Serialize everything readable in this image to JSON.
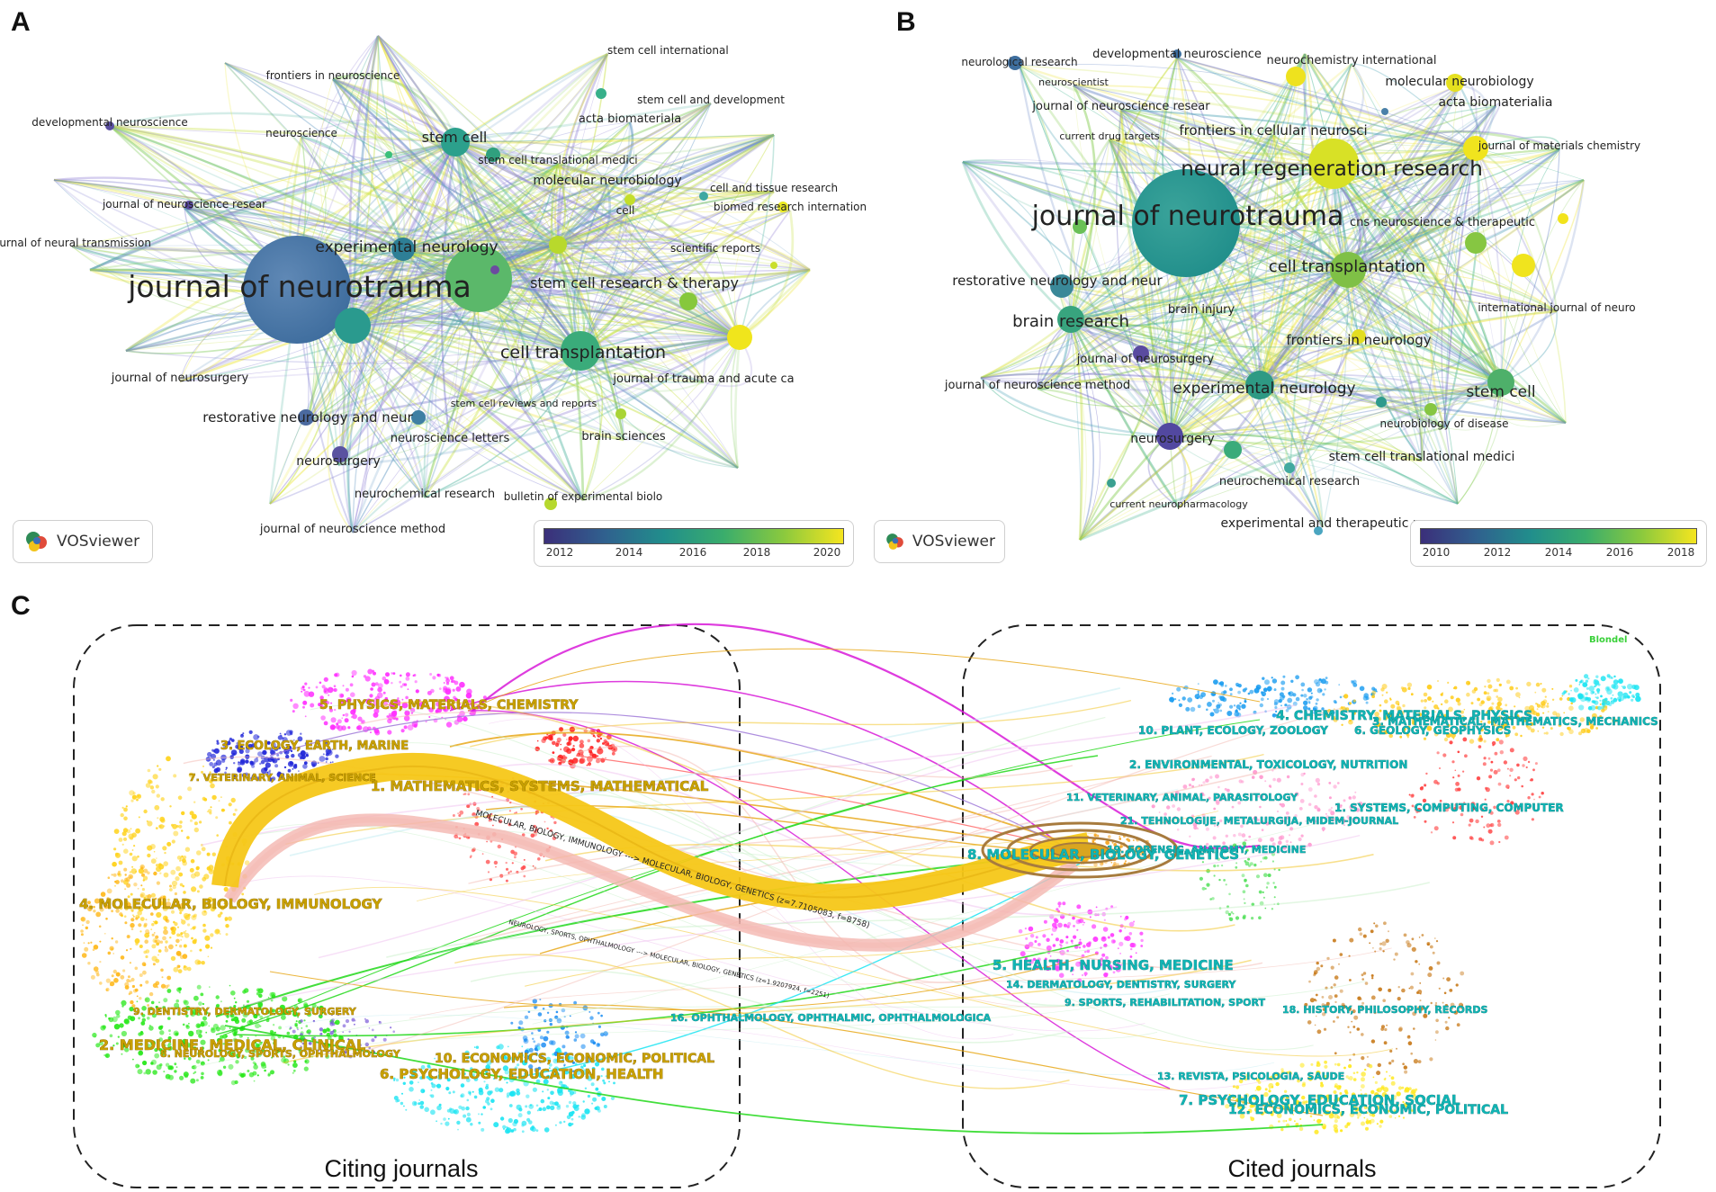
{
  "panels": {
    "a": {
      "letter": "A",
      "logo_text": "VOSviewer",
      "colorbar_ticks": [
        "2012",
        "2014",
        "2016",
        "2018",
        "2020"
      ],
      "labels": [
        "stem cell international",
        "frontiers in neuroscience",
        "stem cell and development",
        "acta biomateriala",
        "developmental neuroscience",
        "neuroscience",
        "stem cell",
        "stem cell translational medici",
        "molecular neurobiology",
        "cell and tissue research",
        "journal of neuroscience resear",
        "cell",
        "biomed research internation",
        "ournal of neural transmission",
        "experimental neurology",
        "scientific reports",
        "journal of neurotrauma",
        "stem cell research & therapy",
        "cell transplantation",
        "journal of neurosurgery",
        "journal of trauma and acute ca",
        "stem cell reviews and reports",
        "restorative neurology and neur",
        "neuroscience letters",
        "brain sciences",
        "neurosurgery",
        "neurochemical research",
        "bulletin of experimental biolo",
        "journal of neuroscience method"
      ]
    },
    "b": {
      "letter": "B",
      "logo_text": "VOSviewer",
      "colorbar_ticks": [
        "2010",
        "2012",
        "2014",
        "2016",
        "2018"
      ],
      "labels": [
        "developmental neuroscience",
        "neurological research",
        "neurochemistry international",
        "neuroscientist",
        "molecular neurobiology",
        "journal of neuroscience resear",
        "acta biomaterialia",
        "current drug targets",
        "frontiers in cellular neurosci",
        "journal of materials chemistry",
        "neural regeneration research",
        "journal of neurotrauma",
        "cns neuroscience & therapeutic",
        "cell transplantation",
        "restorative neurology and neur",
        "brain injury",
        "international journal of neuro",
        "brain research",
        "frontiers in neurology",
        "journal of neurosurgery",
        "journal of neuroscience method",
        "experimental neurology",
        "stem cell",
        "neurobiology of disease",
        "neurosurgery",
        "stem cell translational medici",
        "neurochemical research",
        "current neuropharmacology",
        "experimental and therapeutic m"
      ]
    },
    "c": {
      "letter": "C",
      "legend_tag": "Blondel",
      "citing_title": "Citing journals",
      "cited_title": "Cited journals",
      "citing_labels": [
        "5. PHYSICS, MATERIALS, CHEMISTRY",
        "3. ECOLOGY, EARTH, MARINE",
        "7. VETERINARY, ANIMAL, SCIENCE",
        "1. MATHEMATICS, SYSTEMS, MATHEMATICAL",
        "4. MOLECULAR, BIOLOGY, IMMUNOLOGY",
        "9. DENTISTRY, DERMATOLOGY, SURGERY",
        "2. MEDICINE, MEDICAL, CLINICAL",
        "8. NEUROLOGY, SPORTS, OPHTHALMOLOGY",
        "10. ECONOMICS, ECONOMIC, POLITICAL",
        "6. PSYCHOLOGY, EDUCATION, HEALTH"
      ],
      "cited_labels": [
        "4. CHEMISTRY, MATERIALS, PHYSICS",
        "10. PLANT, ECOLOGY, ZOOLOGY",
        "6. GEOLOGY, GEOPHYSICS",
        "3. MATHEMATICAL, MATHEMATICS, MECHANICS",
        "2. ENVIRONMENTAL, TOXICOLOGY, NUTRITION",
        "11. VETERINARY, ANIMAL, PARASITOLOGY",
        "1. SYSTEMS, COMPUTING, COMPUTER",
        "21. TEHNOLOGIJE, METALURGIJA, MIDEM-JOURNAL",
        "19. FORENSIC, ANATOMY, MEDICINE",
        "8. MOLECULAR, BIOLOGY, GENETICS",
        "5. HEALTH, NURSING, MEDICINE",
        "14. DERMATOLOGY, DENTISTRY, SURGERY",
        "9. SPORTS, REHABILITATION, SPORT",
        "16. OPHTHALMOLOGY, OPHTHALMIC, OPHTHALMOLOGICA",
        "18. HISTORY, PHILOSOPHY, RECORDS",
        "13. REVISTA, PSICOLOGIA, SAUDE",
        "7. PSYCHOLOGY, EDUCATION, SOCIAL",
        "12. ECONOMICS, ECONOMIC, POLITICAL"
      ],
      "flow_labels": [
        "MOLECULAR, BIOLOGY, IMMUNOLOGY ---> MOLECULAR, BIOLOGY, GENETICS (z=7.7105083, f=8758)",
        "NEUROLOGY, SPORTS, OPHTHALMOLOGY ---> MOLECULAR, BIOLOGY, GENETICS (z=1.9207924, f=2251)"
      ]
    }
  }
}
